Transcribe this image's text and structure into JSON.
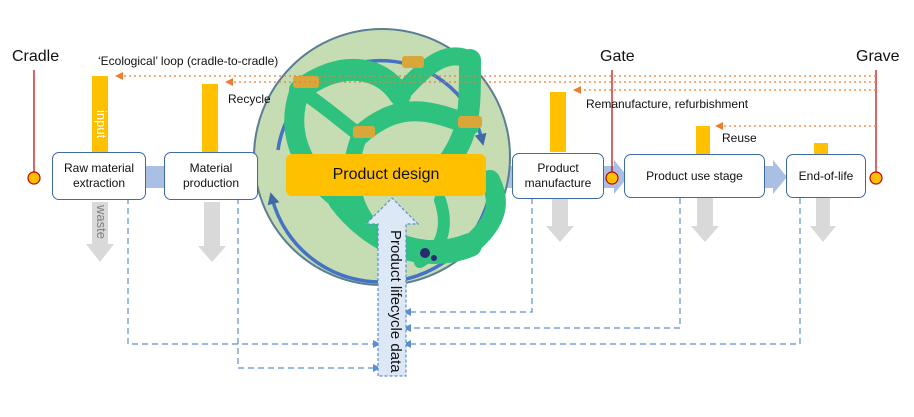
{
  "labels": {
    "cradle": "Cradle",
    "gate": "Gate",
    "grave": "Grave",
    "ecological_loop": "‘Ecological’ loop (cradle-to-cradle)",
    "recycle": "Recycle",
    "remanufacture": "Remanufacture, refurbishment",
    "reuse": "Reuse",
    "input": "input",
    "waste": "waste",
    "product_lifecycle_data": "Product lifecycle data"
  },
  "stages": {
    "raw_material_extraction": "Raw material extraction",
    "material_production": "Material production",
    "product_design": "Product design",
    "product_manufacture": "Product manufacture",
    "product_use_stage": "Product use stage",
    "end_of_life": "End-of-life"
  },
  "colors": {
    "input_bar": "#ffc000",
    "loop_arrow": "#ed7d31",
    "box_border": "#3f6aa6",
    "flow_arrow": "#a9bfe3",
    "waste_arrow": "#d9d9d9",
    "circle_fill": "#c6dcb3",
    "model_green": "#2ec27e",
    "cradle_grave_line": "#c00000",
    "node_fill": "#ffc000",
    "data_arrow_fill": "#dce8f6"
  }
}
